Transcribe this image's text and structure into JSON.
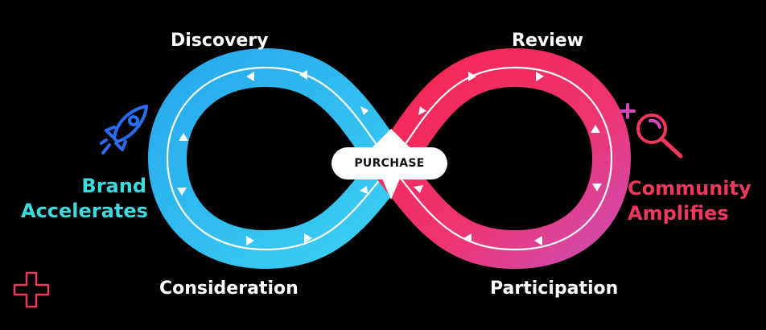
{
  "stages": {
    "discovery": "Discovery",
    "review": "Review",
    "consideration": "Consideration",
    "participation": "Participation"
  },
  "center": {
    "purchase": "PURCHASE"
  },
  "left_side": {
    "line1": "Brand",
    "line2": "Accelerates",
    "color": "#3ddbe0"
  },
  "right_side": {
    "line1": "Community",
    "line2": "Amplifies",
    "color": "#f2375e"
  },
  "loop_colors": {
    "left_start": "#2ab0ee",
    "left_end": "#38c8f0",
    "right_start": "#f42a55",
    "right_end": "#d94aa0"
  },
  "icons": {
    "brand": "rocket-icon",
    "community": "magnifier-sparkle-icon",
    "corner": "plus-icon"
  }
}
